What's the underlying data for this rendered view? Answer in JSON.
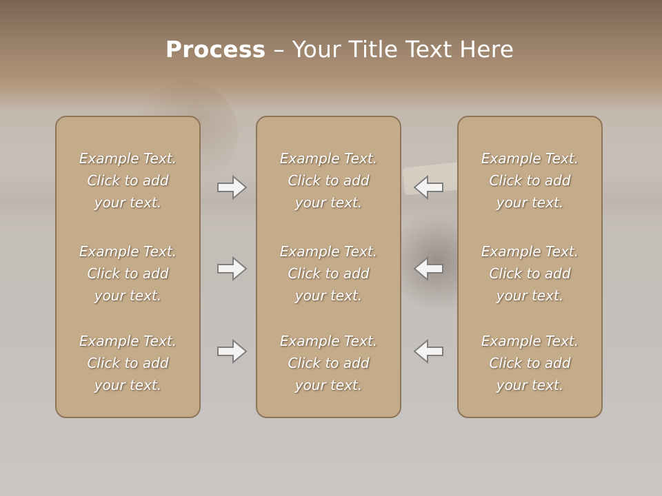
{
  "slide": {
    "title_bold": "Process",
    "title_rest": " – Your Title Text Here",
    "columns": [
      {
        "items": [
          "Example Text.\nClick  to add\nyour text.",
          "Example Text.\nClick  to add\nyour text.",
          "Example Text.\nClick  to add\nyour text."
        ]
      },
      {
        "items": [
          "Example Text.\nClick  to add\nyour text.",
          "Example Text.\nClick  to add\nyour text.",
          "Example Text.\nClick  to add\nyour text."
        ]
      },
      {
        "items": [
          "Example Text.\nClick  to add\nyour text.",
          "Example Text.\nClick  to add\nyour text.",
          "Example Text.\nClick  to add\nyour text."
        ]
      }
    ],
    "arrows_left": [
      "right-arrow-icon",
      "right-arrow-icon",
      "right-arrow-icon"
    ],
    "arrows_right": [
      "left-arrow-icon",
      "left-arrow-icon",
      "left-arrow-icon"
    ],
    "colors": {
      "box_fill": "#c4ab8a",
      "box_border": "#8d7559",
      "header": "#a88d72",
      "text": "#ffffff"
    }
  }
}
